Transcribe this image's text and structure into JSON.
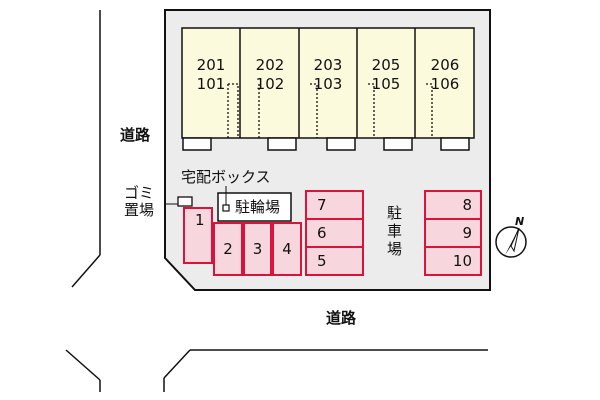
{
  "roads": {
    "west_label": "道路",
    "south_label": "道路"
  },
  "units": [
    {
      "upper": "201",
      "lower": "101"
    },
    {
      "upper": "202",
      "lower": "102"
    },
    {
      "upper": "203",
      "lower": "103"
    },
    {
      "upper": "205",
      "lower": "105"
    },
    {
      "upper": "206",
      "lower": "106"
    }
  ],
  "facilities": {
    "delivery_box": "宅配ボックス",
    "garbage_line1": "ゴミ",
    "garbage_line2": "置場",
    "bicycle_parking": "駐輪場",
    "parking_label": [
      "駐",
      "車",
      "場"
    ]
  },
  "parking_slots": {
    "left": [
      "1",
      "2",
      "3",
      "4"
    ],
    "middle": [
      "7",
      "6",
      "5"
    ],
    "right": [
      "8",
      "9",
      "10"
    ]
  },
  "compass": {
    "letter": "N"
  },
  "colors": {
    "unit_fill": "#fbfadc",
    "slot_fill": "#f7d7dd",
    "slot_border": "#d8143c",
    "site_fill": "#ececec"
  }
}
